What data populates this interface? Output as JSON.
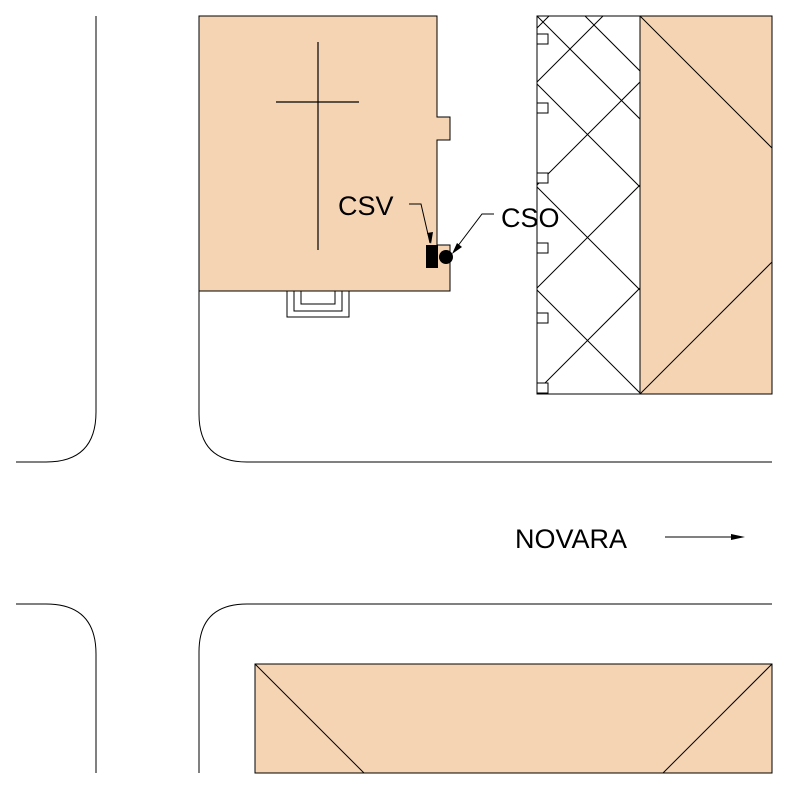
{
  "labels": {
    "csv": "CSV",
    "cso": "CSO",
    "direction": "NOVARA"
  },
  "colors": {
    "building_fill": "#f5d4b3",
    "line": "#000000",
    "background": "#ffffff"
  },
  "symbols": {
    "cross": "church-cross-symbol",
    "csv_marker": "black-rectangle",
    "cso_marker": "black-dot",
    "arrow": "arrow-right"
  }
}
